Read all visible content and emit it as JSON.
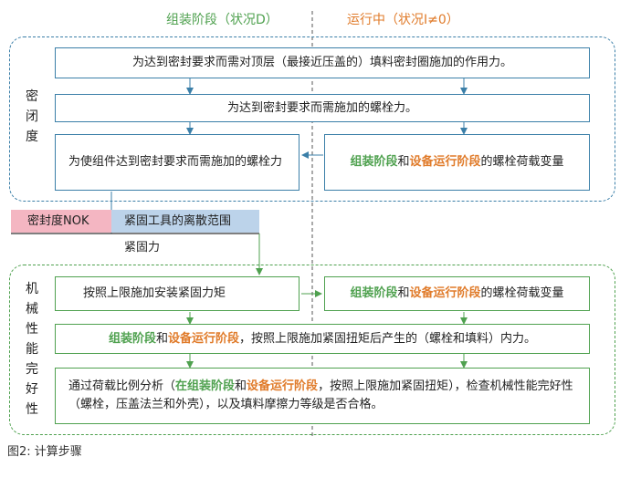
{
  "headers": {
    "assembly": "组装阶段（状况D）",
    "operation": "运行中（状况I≠0）"
  },
  "sealing_panel": {
    "label": [
      "密",
      "闭",
      "度"
    ],
    "box1": "为达到密封要求而需对顶层（最接近压盖的）填料密封圈施加的作用力。",
    "box2": "为达到密封要求而需施加的螺栓力。",
    "box3": "为使组件达到密封要求而需施加的螺栓力",
    "box4": {
      "a": "组装阶段",
      "b": "和",
      "c": "设备运行阶段",
      "d": "的螺栓荷载变量"
    }
  },
  "band": {
    "nok": "密封度NOK",
    "scatter": "紧固工具的离散范围",
    "tight_force": "紧固力"
  },
  "mech_panel": {
    "label": [
      "机",
      "械",
      "性",
      "能",
      "完",
      "好",
      "性"
    ],
    "box5": "按照上限施加安装紧固力矩",
    "box6": {
      "a": "组装阶段",
      "b": "和",
      "c": "设备运行阶段",
      "d": "的螺栓荷载变量"
    },
    "box7": {
      "a": "组装阶段",
      "b": "和",
      "c": "设备运行阶段",
      "d": "，按照上限施加紧固扭矩后产生的（螺栓和填料）内力。"
    },
    "box8": {
      "p1": "通过荷载比例分析（",
      "a": "在组装阶段",
      "b": "和",
      "c": "设备运行阶段",
      "p2": "，按照上限施加紧固扭矩），检查机械性能完好性（螺栓，压盖法兰和外壳），以及填料摩擦力等级是否合格。"
    }
  },
  "caption": "图2:  计算步骤",
  "colors": {
    "green": "#4fa14f",
    "orange": "#e07b2a",
    "blue_line": "#3b7fa8",
    "nok_fill": "#f4b6c2",
    "scatter_fill": "#bcd3ea"
  }
}
